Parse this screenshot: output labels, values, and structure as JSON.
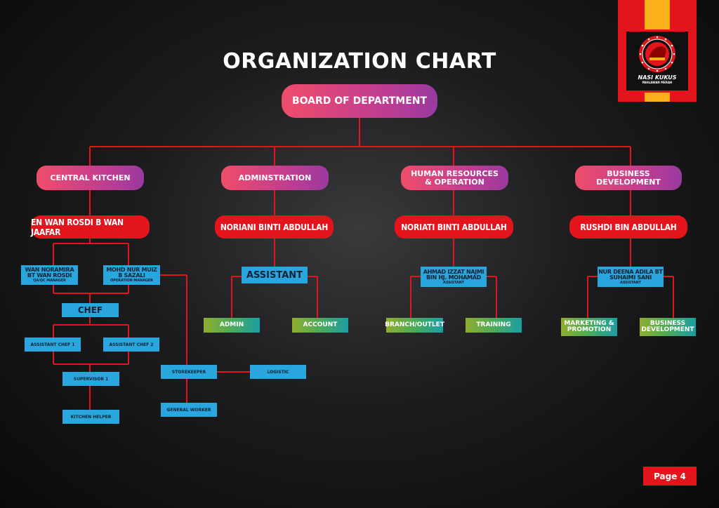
{
  "title": "ORGANIZATION CHART",
  "board": "BOARD OF DEPARTMENT",
  "departments": {
    "central_kitchen": "CENTRAL KITCHEN",
    "administration": "ADMINSTRATION",
    "hr_line1": "HUMAN RESOURCES",
    "hr_line2": "& OPERATION",
    "bd_line1": "BUSINESS",
    "bd_line2": "DEVELOPMENT"
  },
  "heads": {
    "central_kitchen": "EN WAN ROSDI B WAN JAAFAR",
    "administration": "NORIANI BINTI ABDULLAH",
    "hr": "NORIATI BINTI ABDULLAH",
    "bd": "RUSHDI BIN ABDULLAH"
  },
  "central_kitchen": {
    "qa_name1": "WAN NORAMIRA",
    "qa_name2": "BT WAN ROSDI",
    "qa_role": "QA/QC MANAGER",
    "op_name1": "MOHD NUR MUIZ",
    "op_name2": "B SAZALI",
    "op_role": "OPERATION MANAGER",
    "chef": "CHEF",
    "assistant_chef_1": "ASSISTANT CHEF 1",
    "assistant_chef_2": "ASSISTANT CHEF 2",
    "supervisor": "SUPERVISOR 1",
    "kitchen_helper": "KITCHEN HELPER",
    "storekeeper": "STOREKEEPER",
    "logistic": "LOGISTIC",
    "general_worker": "GENERAL WORKER"
  },
  "administration": {
    "assistant": "ASSISTANT",
    "admin": "ADMIN",
    "account": "ACCOUNT"
  },
  "hr": {
    "assistant_name1": "AHMAD IZZAT NAJMI",
    "assistant_name2": "BIN HJ. MOHAMAD",
    "assistant_role": "ASSISTANT",
    "branch": "BRANCH/OUTLET",
    "training": "TRAINING"
  },
  "bd": {
    "assistant_name1": "NUR DEENA ADILA BT",
    "assistant_name2": "SUHAIMI SANI",
    "assistant_role": "ASSISTANT",
    "marketing1": "MARKETING &",
    "marketing2": "PROMOTION",
    "bizdev1": "BUSINESS",
    "bizdev2": "DEVELOPMENT"
  },
  "logo": {
    "title": "NASI KUKUS",
    "subtitle": "PAHLAWAN MERAH"
  },
  "page_label": "Page 4",
  "colors": {
    "line": "#e3141b",
    "accent_yellow": "#f9b01a",
    "box_blue": "#2aa6df"
  }
}
